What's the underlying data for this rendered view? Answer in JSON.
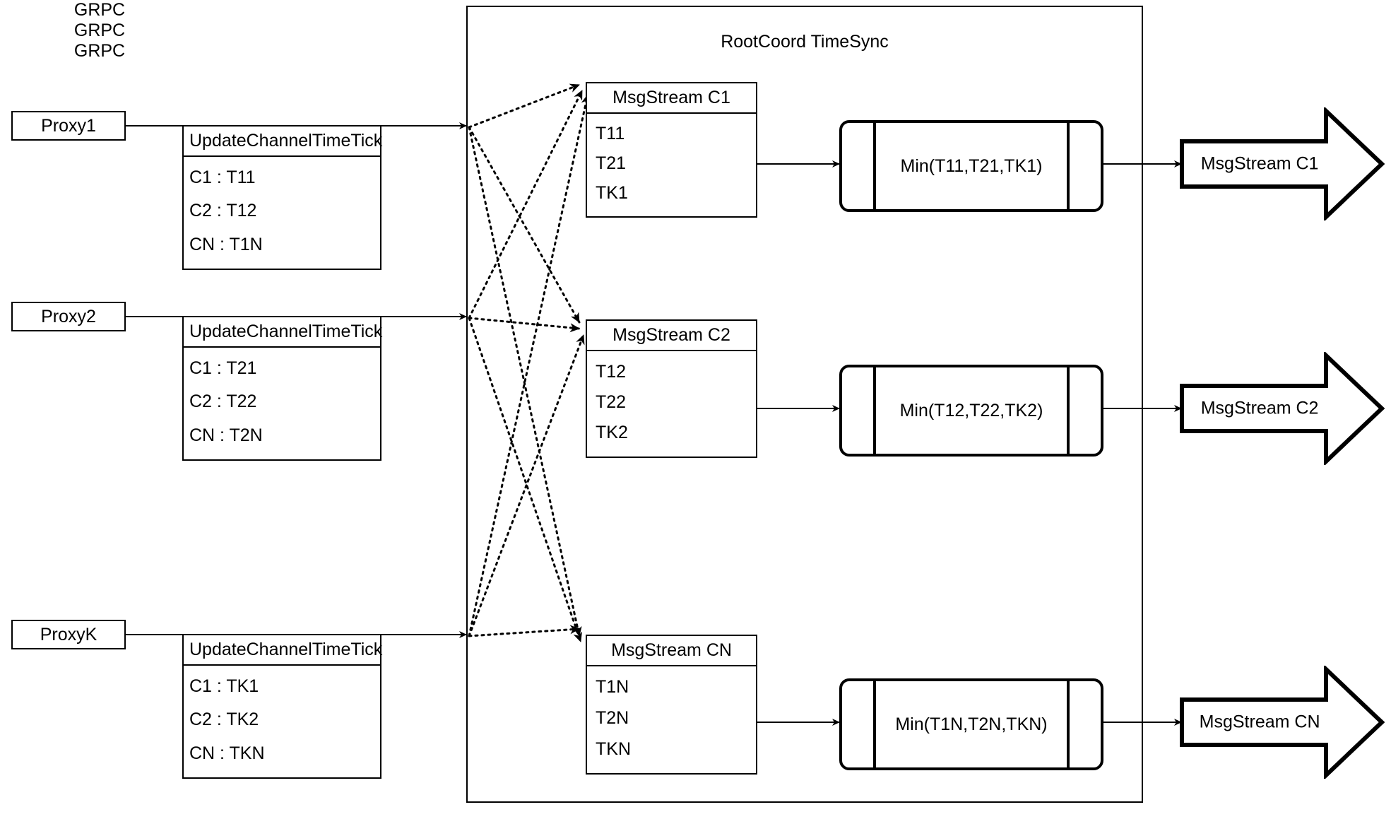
{
  "diagram": {
    "title": "RootCoord TimeSync",
    "container_label": "RootCoord TimeSync"
  },
  "proxies": [
    {
      "name": "Proxy1",
      "grpc_label": "GRPC",
      "request": {
        "header": "UpdateChannelTimeTick",
        "rows": [
          "C1 :  T11",
          "C2 :  T12",
          "CN : T1N"
        ]
      }
    },
    {
      "name": "Proxy2",
      "grpc_label": "GRPC",
      "request": {
        "header": "UpdateChannelTimeTick",
        "rows": [
          "C1 :  T21",
          "C2 :  T22",
          "CN : T2N"
        ]
      }
    },
    {
      "name": "ProxyK",
      "grpc_label": "GRPC",
      "request": {
        "header": "UpdateChannelTimeTick",
        "rows": [
          "C1 :  TK1",
          "C2 :  TK2",
          "CN : TKN"
        ]
      }
    }
  ],
  "channels": [
    {
      "msgstream": {
        "header": "MsgStream C1",
        "rows": [
          "T11",
          "T21",
          "TK1"
        ]
      },
      "process": {
        "label": "Min(T11,T21,TK1)"
      },
      "output": {
        "label": "MsgStream C1"
      }
    },
    {
      "msgstream": {
        "header": "MsgStream C2",
        "rows": [
          "T12",
          "T22",
          "TK2"
        ]
      },
      "process": {
        "label": "Min(T12,T22,TK2)"
      },
      "output": {
        "label": "MsgStream C2"
      }
    },
    {
      "msgstream": {
        "header": "MsgStream CN",
        "rows": [
          "T1N",
          "T2N",
          "TKN"
        ]
      },
      "process": {
        "label": "Min(T1N,T2N,TKN)"
      },
      "output": {
        "label": "MsgStream CN"
      }
    }
  ],
  "colors": {
    "stroke": "#000000",
    "background": "#ffffff"
  }
}
